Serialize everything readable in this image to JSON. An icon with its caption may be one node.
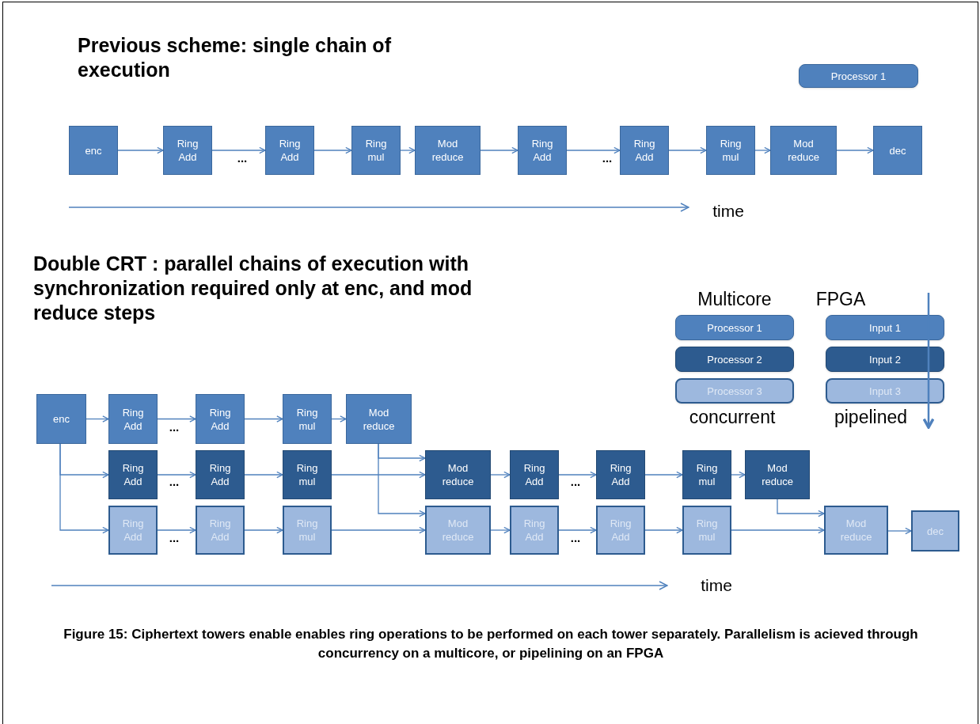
{
  "diagram": {
    "title": "Previous scheme: single chain of execution",
    "caption": "Figure 15: Ciphertext towers enable enables ring operations to be performed on each tower separately. Parallelism is acieved through concurrency on a multicore, or pipelining on an FPGA",
    "nodes": [
      {
        "text": [
          "Processor 1"
        ]
      },
      {
        "text": [
          "enc"
        ]
      },
      {
        "text": [
          "Ring Add"
        ]
      },
      {
        "text": [
          "Ring Add"
        ]
      },
      {
        "text": [
          "Ring mul"
        ]
      },
      {
        "text": [
          "Mod reduce"
        ]
      },
      {
        "text": [
          "Ring Add"
        ]
      },
      {
        "text": [
          "Ring Add"
        ]
      },
      {
        "text": [
          "Ring mul"
        ]
      },
      {
        "text": [
          "Mod reduce"
        ]
      },
      {
        "text": [
          "dec"
        ]
      },
      {
        "text": [
          "Processor 1"
        ]
      },
      {
        "text": [
          "Processor 2"
        ]
      },
      {
        "text": [
          "Processor 3"
        ]
      },
      {
        "text": [
          "Input 1"
        ]
      },
      {
        "text": [
          "Input 2"
        ]
      },
      {
        "text": [
          "Input 3"
        ]
      },
      {
        "text": [
          "enc"
        ]
      },
      {
        "text": [
          "Ring Add"
        ]
      },
      {
        "text": [
          "Ring Add"
        ]
      },
      {
        "text": [
          "Ring mul"
        ]
      },
      {
        "text": [
          "Mod reduce"
        ]
      },
      {
        "text": [
          "Ring Add"
        ]
      },
      {
        "text": [
          "Ring Add"
        ]
      },
      {
        "text": [
          "Ring mul"
        ]
      },
      {
        "text": [
          "Mod reduce"
        ]
      },
      {
        "text": [
          "Ring Add"
        ]
      },
      {
        "text": [
          "Ring Add"
        ]
      },
      {
        "text": [
          "Ring mul"
        ]
      },
      {
        "text": [
          "Mod reduce"
        ]
      },
      {
        "text": [
          "Ring Add"
        ]
      },
      {
        "text": [
          "Ring Add"
        ]
      },
      {
        "text": [
          "Ring mul"
        ]
      },
      {
        "text": [
          "Mod reduce"
        ]
      },
      {
        "text": [
          "Ring Add"
        ]
      },
      {
        "text": [
          "Ring Add"
        ]
      },
      {
        "text": [
          "Ring mul"
        ]
      },
      {
        "text": [
          "Mod reduce"
        ]
      },
      {
        "text": [
          "dec"
        ]
      }
    ],
    "edges": [
      {
        "from": 1,
        "to": 2,
        "arrow": "to"
      },
      {
        "from": 2,
        "to": 3,
        "arrow": "to"
      },
      {
        "from": 3,
        "to": 4,
        "arrow": "to"
      },
      {
        "from": 4,
        "to": 5,
        "arrow": "to"
      },
      {
        "from": 5,
        "to": 6,
        "arrow": "to"
      },
      {
        "from": 6,
        "to": 7,
        "arrow": "to"
      },
      {
        "from": 7,
        "to": 8,
        "arrow": "to"
      },
      {
        "from": 8,
        "to": 9,
        "arrow": "to"
      },
      {
        "from": 9,
        "to": 10,
        "arrow": "to"
      },
      {
        "from": 17,
        "to": 18,
        "arrow": "to"
      },
      {
        "from": 17,
        "to": 22,
        "arrow": "to"
      },
      {
        "from": 17,
        "to": 30,
        "arrow": "to"
      },
      {
        "from": 18,
        "to": 19,
        "arrow": "to"
      },
      {
        "from": 19,
        "to": 20,
        "arrow": "to"
      },
      {
        "from": 20,
        "to": 21,
        "arrow": "to"
      },
      {
        "from": 22,
        "to": 23,
        "arrow": "to"
      },
      {
        "from": 23,
        "to": 24,
        "arrow": "to"
      },
      {
        "from": 24,
        "to": 25,
        "arrow": "to"
      },
      {
        "from": 30,
        "to": 31,
        "arrow": "to"
      },
      {
        "from": 31,
        "to": 32,
        "arrow": "to"
      },
      {
        "from": 32,
        "to": 33,
        "arrow": "to"
      },
      {
        "from": 21,
        "to": 25,
        "arrow": "to"
      },
      {
        "from": 21,
        "to": 33,
        "arrow": "to"
      },
      {
        "from": 25,
        "to": 26,
        "arrow": "to"
      },
      {
        "from": 26,
        "to": 27,
        "arrow": "to"
      },
      {
        "from": 27,
        "to": 28,
        "arrow": "to"
      },
      {
        "from": 28,
        "to": 29,
        "arrow": "to"
      },
      {
        "from": 29,
        "to": 37,
        "arrow": "to"
      },
      {
        "from": 33,
        "to": 34,
        "arrow": "to"
      },
      {
        "from": 34,
        "to": 35,
        "arrow": "to"
      },
      {
        "from": 35,
        "to": 36,
        "arrow": "to"
      },
      {
        "from": 36,
        "to": 37,
        "arrow": "to"
      },
      {
        "from": 37,
        "to": 38,
        "arrow": "to"
      }
    ],
    "labels": [
      "...",
      "...",
      "time",
      "Double CRT : parallel chains of execution with synchronization required only at enc, and mod reduce steps",
      "Multicore",
      "FPGA",
      "...",
      "concurrent",
      "pipelined",
      "...",
      "...",
      "...",
      "...",
      "time"
    ]
  }
}
